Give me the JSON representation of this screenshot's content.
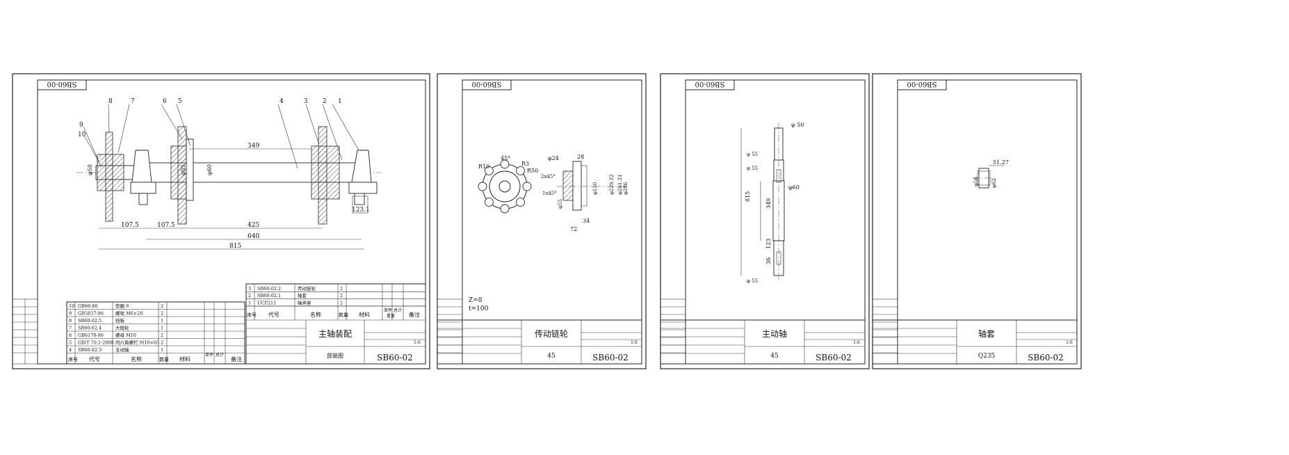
{
  "sheets": [
    {
      "code_tab": "SB60-00",
      "title_block": {
        "drawing_name": "主轴装配",
        "drawing_type": "部装图",
        "drawing_no": "SB60-02",
        "scale": "1:6"
      },
      "assembly": {
        "balloons": [
          "1",
          "2",
          "3",
          "4",
          "5",
          "6",
          "7",
          "8",
          "9",
          "10"
        ],
        "dimensions": [
          "349",
          "107.5",
          "107.5",
          "425",
          "640",
          "815",
          "123.1",
          "φ60",
          "φ55",
          "φ58"
        ]
      },
      "bom_header": {
        "no": "序号",
        "code": "代号",
        "name": "名称",
        "qty": "数量",
        "material": "材料",
        "unit_weight": "单件",
        "total_weight": "总计",
        "weight": "重量",
        "remark": "备注"
      },
      "bom_left": [
        {
          "no": "10",
          "code": "GB66-86",
          "name": "垫圈 6",
          "qty": "2"
        },
        {
          "no": "9",
          "code": "GB5837-86",
          "name": "螺栓 M6×20",
          "qty": "2"
        },
        {
          "no": "8",
          "code": "SB60-02.5",
          "name": "挡板",
          "qty": "1"
        },
        {
          "no": "7",
          "code": "SB60-02.4",
          "name": "大链轮",
          "qty": "1"
        },
        {
          "no": "6",
          "code": "GB6170-86",
          "name": "螺母 M10",
          "qty": "2"
        },
        {
          "no": "5",
          "code": "GB/T 70.1-2000",
          "name": "内六角螺钉 M10×65",
          "qty": "2"
        },
        {
          "no": "4",
          "code": "SB60-02.3",
          "name": "主动轴",
          "qty": "1"
        }
      ],
      "bom_right": [
        {
          "no": "3",
          "code": "SB60-02.2",
          "name": "传动链轮",
          "qty": "2"
        },
        {
          "no": "2",
          "code": "SB60-02.1",
          "name": "轴套",
          "qty": "2"
        },
        {
          "no": "1",
          "code": "UCP211",
          "name": "轴承座",
          "qty": "2"
        }
      ]
    },
    {
      "code_tab": "SB60-00",
      "title_block": {
        "drawing_name": "传动链轮",
        "material": "45",
        "drawing_no": "SB60-02",
        "scale": "1:6"
      },
      "notes": [
        "Z=8",
        "t=100"
      ],
      "dimensions": [
        "45°",
        "R10",
        "R3",
        "R50",
        "φ24",
        "28",
        "2x45°",
        "1x45°",
        "φ150",
        "φ229.32",
        "φ261.31",
        "φ286",
        "φ55",
        "34",
        "72"
      ]
    },
    {
      "code_tab": "SB60-00",
      "title_block": {
        "drawing_name": "主动轴",
        "material": "45",
        "drawing_no": "SB60-02",
        "scale": "1:6"
      },
      "dimensions": [
        "φ 50",
        "φ 55",
        "φ 55",
        "φ60",
        "φ 55",
        "815",
        "349",
        "123",
        "36"
      ]
    },
    {
      "code_tab": "SB60-00",
      "title_block": {
        "drawing_name": "轴套",
        "material": "Q235",
        "drawing_no": "SB60-02",
        "scale": "1:6"
      },
      "dimensions": [
        "51.27",
        "φ56",
        "φ62"
      ]
    }
  ]
}
